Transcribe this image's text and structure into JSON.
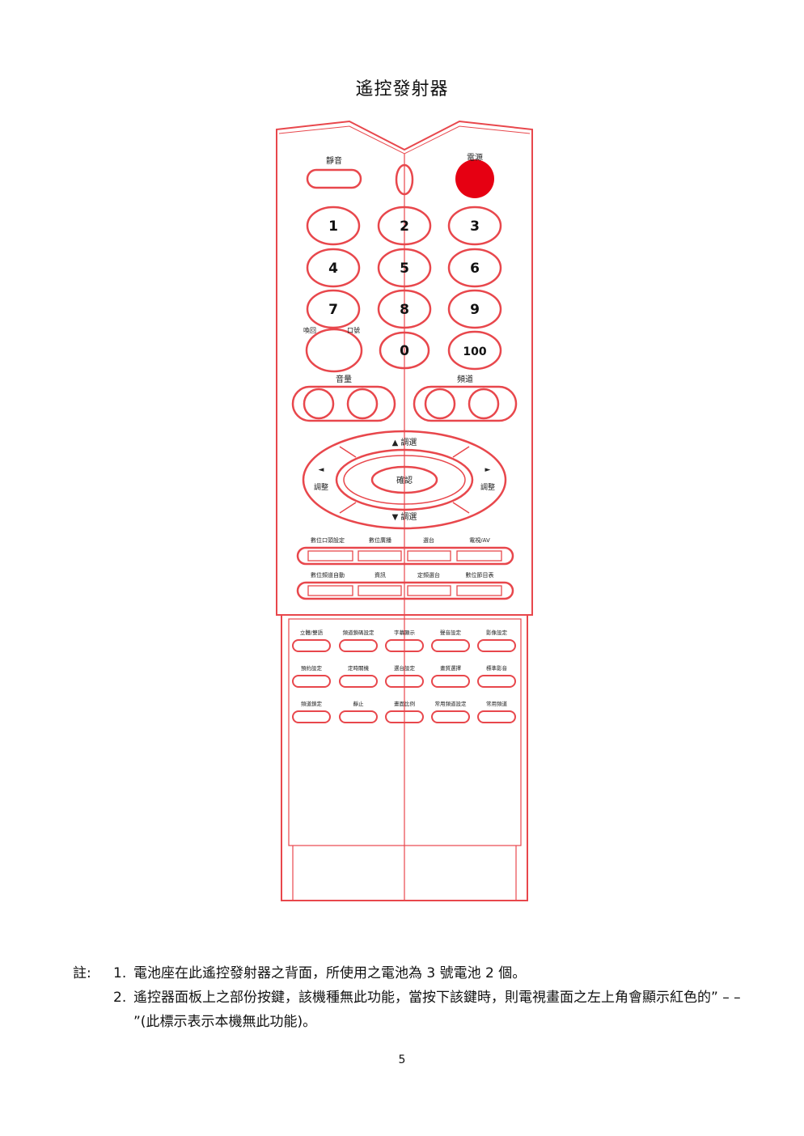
{
  "title": "遙控發射器",
  "remote": {
    "mute_label": "靜音",
    "power_label": "電源",
    "digits": [
      "1",
      "2",
      "3",
      "4",
      "5",
      "6",
      "7",
      "8",
      "9",
      "0",
      "100"
    ],
    "recall_label": "喚回",
    "recall_label2": "口號",
    "volume_label": "音量",
    "channel_label": "頻道",
    "nav": {
      "up": "▲ 調選",
      "down": "▼ 調選",
      "left_arrow": "◄",
      "left_label": "調整",
      "right_arrow": "►",
      "right_label": "調整",
      "center": "確認"
    },
    "row1_labels": [
      "數位口頭設定",
      "數位廣播",
      "選台",
      "電視/AV"
    ],
    "row2_labels": [
      "數位頻道自動",
      "資訊",
      "定頻選台",
      "數位節目表"
    ],
    "lower_row1": [
      "立體/雙語",
      "頻道鎖碼設定",
      "字幕顯示",
      "聲音設定",
      "影像設定"
    ],
    "lower_row2": [
      "預約設定",
      "定時關機",
      "選台設定",
      "畫質選擇",
      "標準影音"
    ],
    "lower_row3": [
      "頻道鎖定",
      "靜止",
      "畫面比例",
      "常用頻道設定",
      "常用頻道"
    ]
  },
  "notes": {
    "prefix": "註:1.",
    "items": [
      {
        "num": "1.",
        "text": "電池座在此遙控發射器之背面，所使用之電池為 3 號電池 2 個。"
      },
      {
        "num": "2.",
        "text": "遙控器面板上之部份按鍵，該機種無此功能，當按下該鍵時，則電視畫面之左上角會顯示紅色的” – – ”(此標示表示本機無此功能)。"
      }
    ]
  },
  "page_number": "5",
  "colors": {
    "outline": "#e8474c",
    "power": "#e60012"
  }
}
